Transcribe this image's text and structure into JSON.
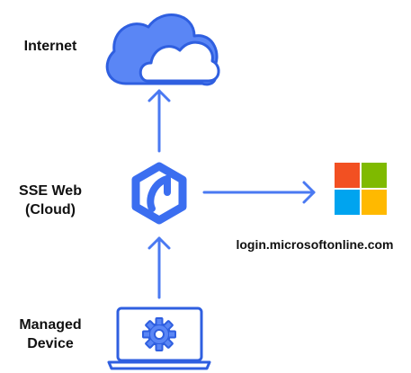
{
  "labels": {
    "internet": "Internet",
    "sse_line1": "SSE Web",
    "sse_line2": "(Cloud)",
    "device_line1": "Managed",
    "device_line2": "Device",
    "login_url": "login.microsoftonline.com"
  },
  "colors": {
    "accent": "#3b6ef0",
    "cloud_fill": "#5a86f5",
    "arrow": "#4a79f2",
    "ms_red": "#f25022",
    "ms_green": "#7fba00",
    "ms_blue": "#00a4ef",
    "ms_yellow": "#ffb900"
  },
  "icons": {
    "cloud": "cloud-icon",
    "sse": "sse-web-hexagon-icon",
    "microsoft": "microsoft-logo-icon",
    "device": "laptop-gear-icon"
  }
}
